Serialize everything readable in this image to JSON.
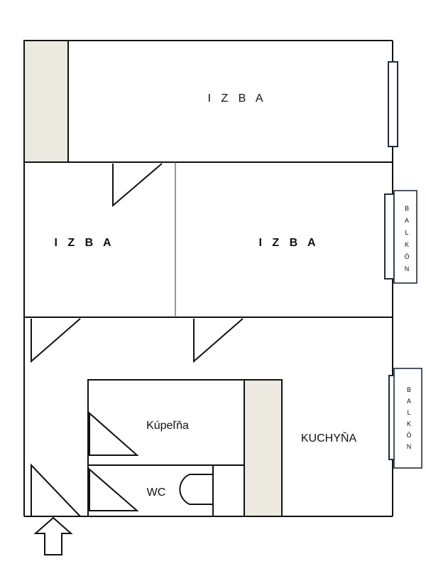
{
  "rooms": {
    "izba_top": "I Z B A",
    "izba_left": "I Z B A",
    "izba_right": "I Z B A",
    "kupelna": "Kúpeľňa",
    "wc": "WC",
    "kuchyna": "KUCHYŇA"
  },
  "balconies": {
    "upper": [
      "B",
      "A",
      "L",
      "K",
      "Ó",
      "N"
    ],
    "lower": [
      "B",
      "A",
      "L",
      "K",
      "Ó",
      "N"
    ]
  },
  "colors": {
    "wall": "#111111",
    "built_in": "#ece9e1",
    "window": "#1f2d3d"
  },
  "icons": {
    "entrance": "entrance-arrow-icon"
  }
}
